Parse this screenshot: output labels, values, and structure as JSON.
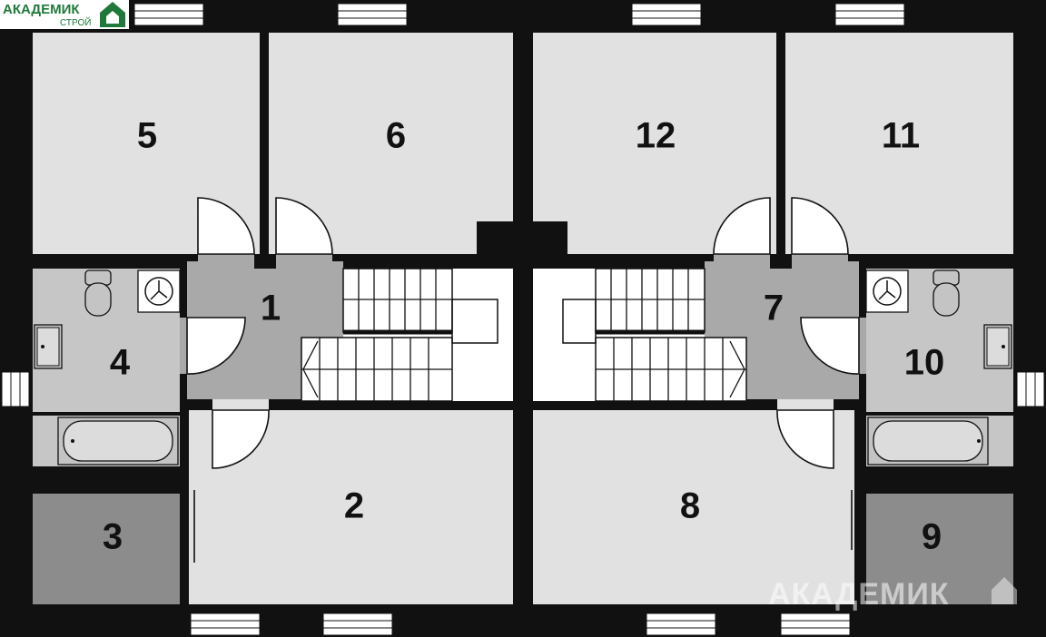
{
  "logo": {
    "name": "АКАДЕМИК",
    "sub": "СТРОЙ"
  },
  "watermark": "АКАДЕМИК",
  "colors": {
    "wall": "#111111",
    "room": "#e1e1e1",
    "wet": "#c6c6c6",
    "hall": "#a9a9a9",
    "storage": "#8c8c8c",
    "accent": "#1f7a3a"
  },
  "rooms": [
    {
      "id": "1",
      "label": "1"
    },
    {
      "id": "2",
      "label": "2"
    },
    {
      "id": "3",
      "label": "3"
    },
    {
      "id": "4",
      "label": "4"
    },
    {
      "id": "5",
      "label": "5"
    },
    {
      "id": "6",
      "label": "6"
    },
    {
      "id": "7",
      "label": "7"
    },
    {
      "id": "8",
      "label": "8"
    },
    {
      "id": "9",
      "label": "9"
    },
    {
      "id": "10",
      "label": "10"
    },
    {
      "id": "11",
      "label": "11"
    },
    {
      "id": "12",
      "label": "12"
    }
  ]
}
